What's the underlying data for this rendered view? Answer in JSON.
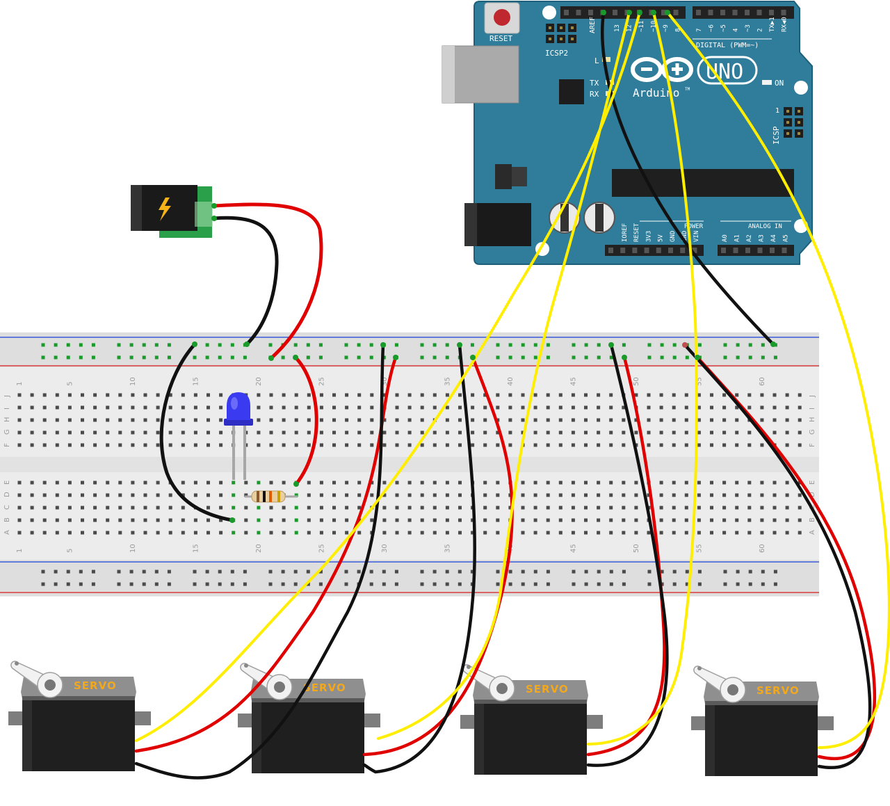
{
  "arduino": {
    "brand": "Arduino",
    "trademark": "TM",
    "model": "UNO",
    "reset_label": "RESET",
    "icsp2_label": "ICSP2",
    "icsp_label": "ICSP",
    "icsp_pin1": "1",
    "aref_label": "AREF",
    "l_label": "L",
    "tx_label": "TX",
    "rx_label": "RX",
    "on_label": "ON",
    "digital_label": "DIGITAL (PWM=~)",
    "power_label": "POWER",
    "analog_label": "ANALOG IN",
    "digital_pins_high": [
      "13",
      "12",
      "~11",
      "~10",
      "~9",
      "8"
    ],
    "digital_pins_low": [
      "7",
      "~6",
      "~5",
      "4",
      "~3",
      "2",
      "TX▶1",
      "RX◀0"
    ],
    "power_pins": [
      "IOREF",
      "RESET",
      "3V3",
      "5V",
      "GND",
      "GND",
      "VIN"
    ],
    "analog_pins": [
      "A0",
      "A1",
      "A2",
      "A3",
      "A4",
      "A5"
    ]
  },
  "breadboard": {
    "column_numbers": [
      "1",
      "5",
      "10",
      "15",
      "20",
      "25",
      "30",
      "35",
      "40",
      "45",
      "50",
      "55",
      "60"
    ],
    "row_letters_top": [
      "J",
      "I",
      "H",
      "G",
      "F"
    ],
    "row_letters_bottom": [
      "E",
      "D",
      "C",
      "B",
      "A"
    ]
  },
  "servos": [
    {
      "label": "SERVO"
    },
    {
      "label": "SERVO"
    },
    {
      "label": "SERVO"
    },
    {
      "label": "SERVO"
    }
  ],
  "colors": {
    "arduino_board": "#2f7d9a",
    "wire_yellow": "#ffee00",
    "wire_red": "#e00000",
    "wire_black": "#111111",
    "servo_label": "#f2a81d",
    "led": "#3a3af0",
    "power_jack_pcb": "#2aa04a"
  },
  "icons": {
    "power_jack": "lightning-bolt-icon",
    "servo_horn": "servo-horn-icon"
  }
}
